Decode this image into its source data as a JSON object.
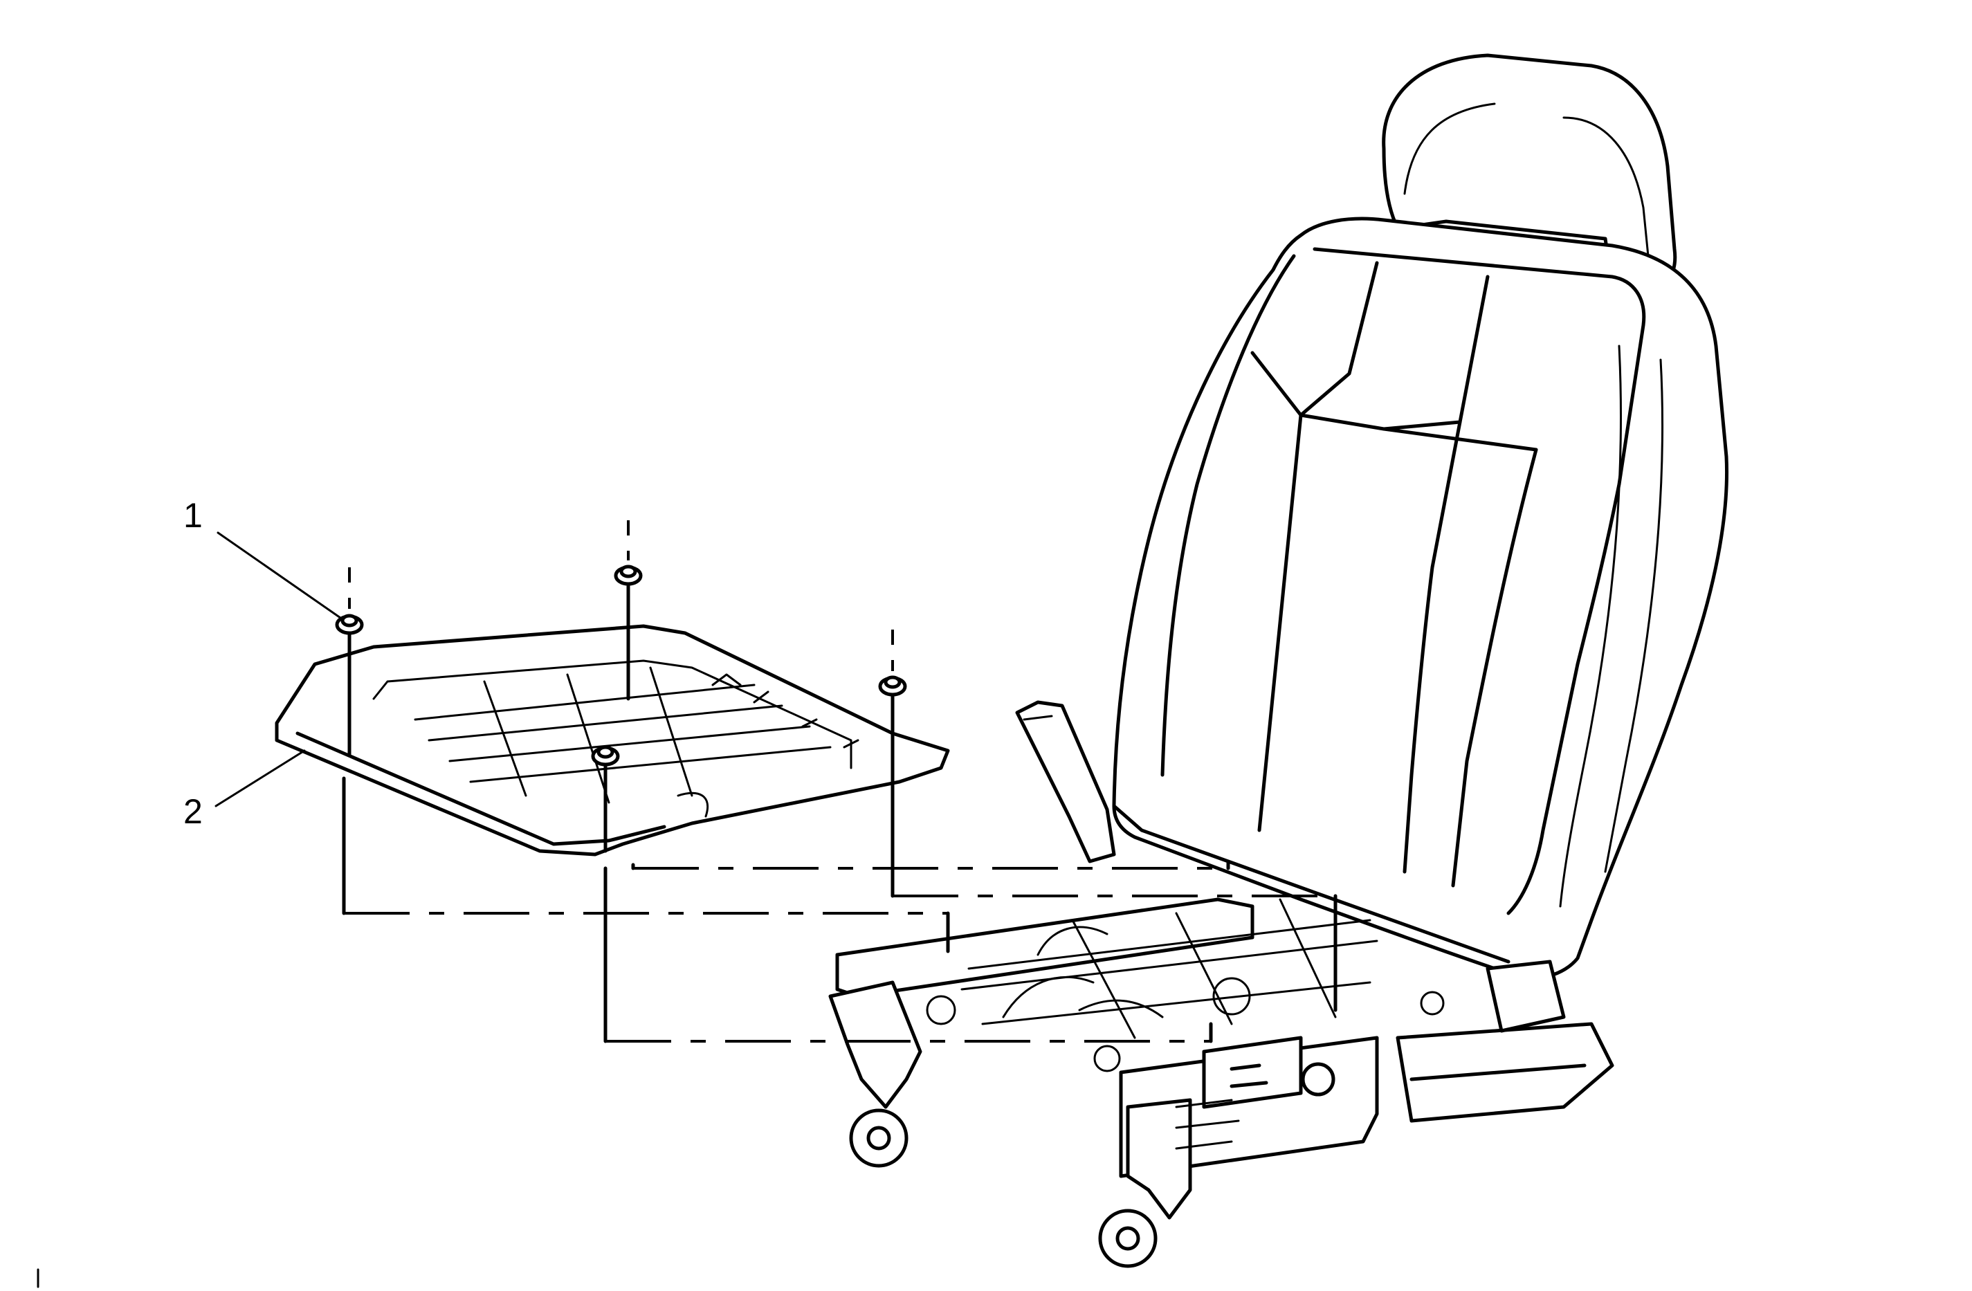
{
  "callouts": [
    {
      "id": "1",
      "label": "1"
    },
    {
      "id": "2",
      "label": "2"
    }
  ],
  "icons": {
    "nut": "nut-icon",
    "seat_pan_shield": "seat-pan-shield-icon",
    "seat_assembly": "seat-assembly-icon"
  },
  "colors": {
    "line": "#000000",
    "background": "#ffffff"
  }
}
